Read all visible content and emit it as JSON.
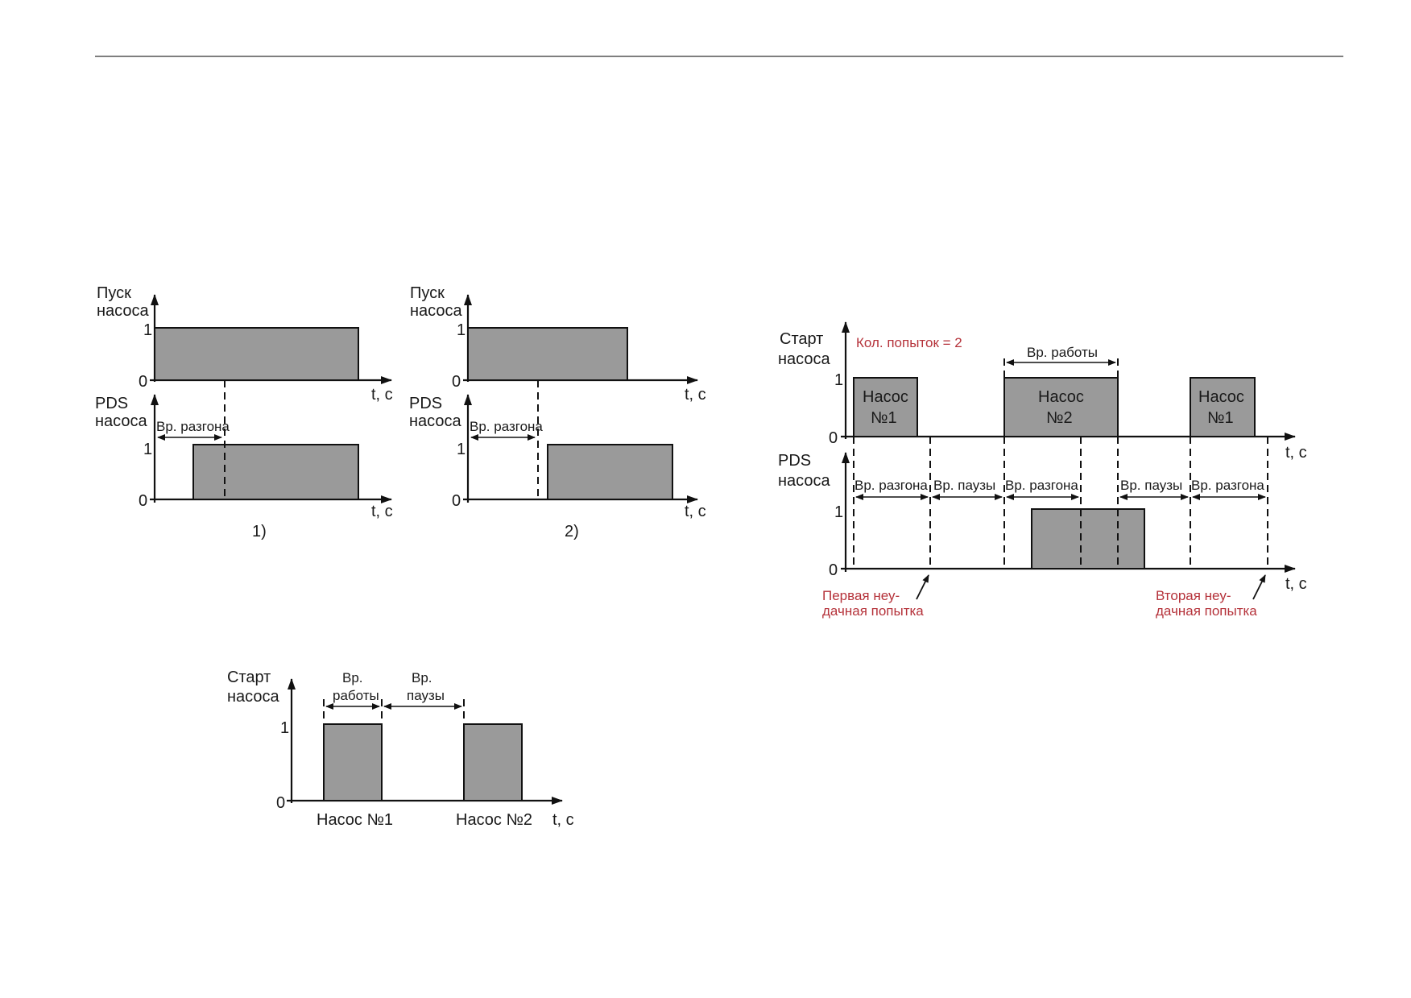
{
  "labels": {
    "pusk_nasosa_line1": "Пуск",
    "pusk_nasosa_line2": "насоса",
    "pds_line1": "PDS",
    "pds_line2": "насоса",
    "start_line1": "Старт",
    "start_line2": "насоса",
    "level_one": "1",
    "level_zero": "0",
    "time_axis": "t, с",
    "vr_razgona": "Вр. разгона",
    "vr_pauzy": "Вр. паузы",
    "vr_raboty": "Вр. работы",
    "vr_short": "Вр.",
    "raboty": "работы",
    "pauzy": "паузы",
    "nasos_1_full": "Насос №1",
    "nasos_2_full": "Насос №2",
    "nasos": "Насос",
    "no1": "№1",
    "no2": "№2",
    "caption_1": "1)",
    "caption_2": "2)",
    "attempts": "Кол. попыток = 2",
    "first_fail_line1": "Первая неу-",
    "first_fail_line2": "дачная попытка",
    "second_fail_line1": "Вторая неу-",
    "second_fail_line2": "дачная попытка"
  },
  "colors": {
    "pulse_fill": "#9a9a9a",
    "annotation_red": "#b5323a",
    "line": "#111111"
  }
}
